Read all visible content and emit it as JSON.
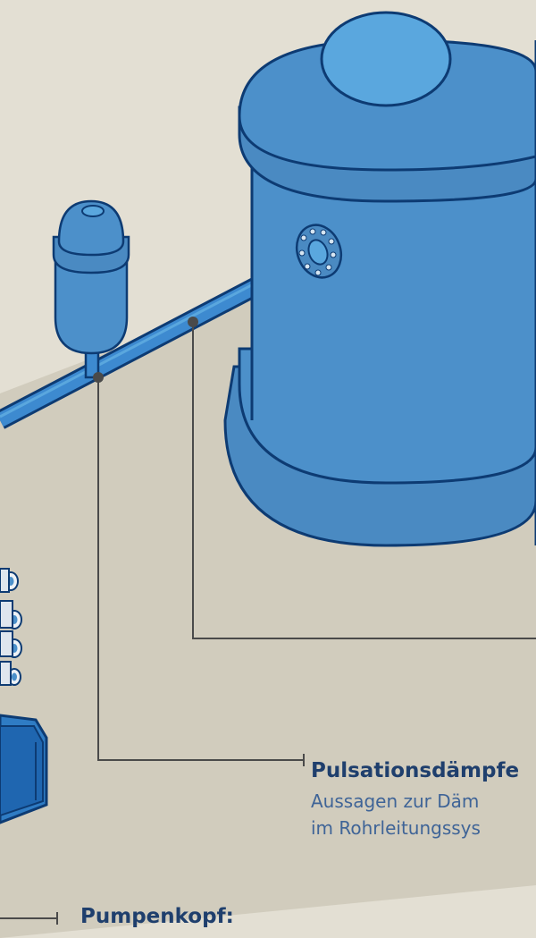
{
  "colors": {
    "background": "#e3dfd3",
    "floor_band": "#d1ccbd",
    "vessel_blue": "#4c90ca",
    "vessel_blue_light": "#5aa7de",
    "outline": "#0d3b73",
    "leader_line": "#4a4a4a",
    "text": "#1f3f6d"
  },
  "callouts": {
    "pulsation": {
      "title": "Pulsationsdämpfe",
      "line1": "Aussagen zur Däm",
      "line2": "im Rohrleitungssys"
    },
    "pump": {
      "title": "Pumpenkopf:"
    }
  }
}
